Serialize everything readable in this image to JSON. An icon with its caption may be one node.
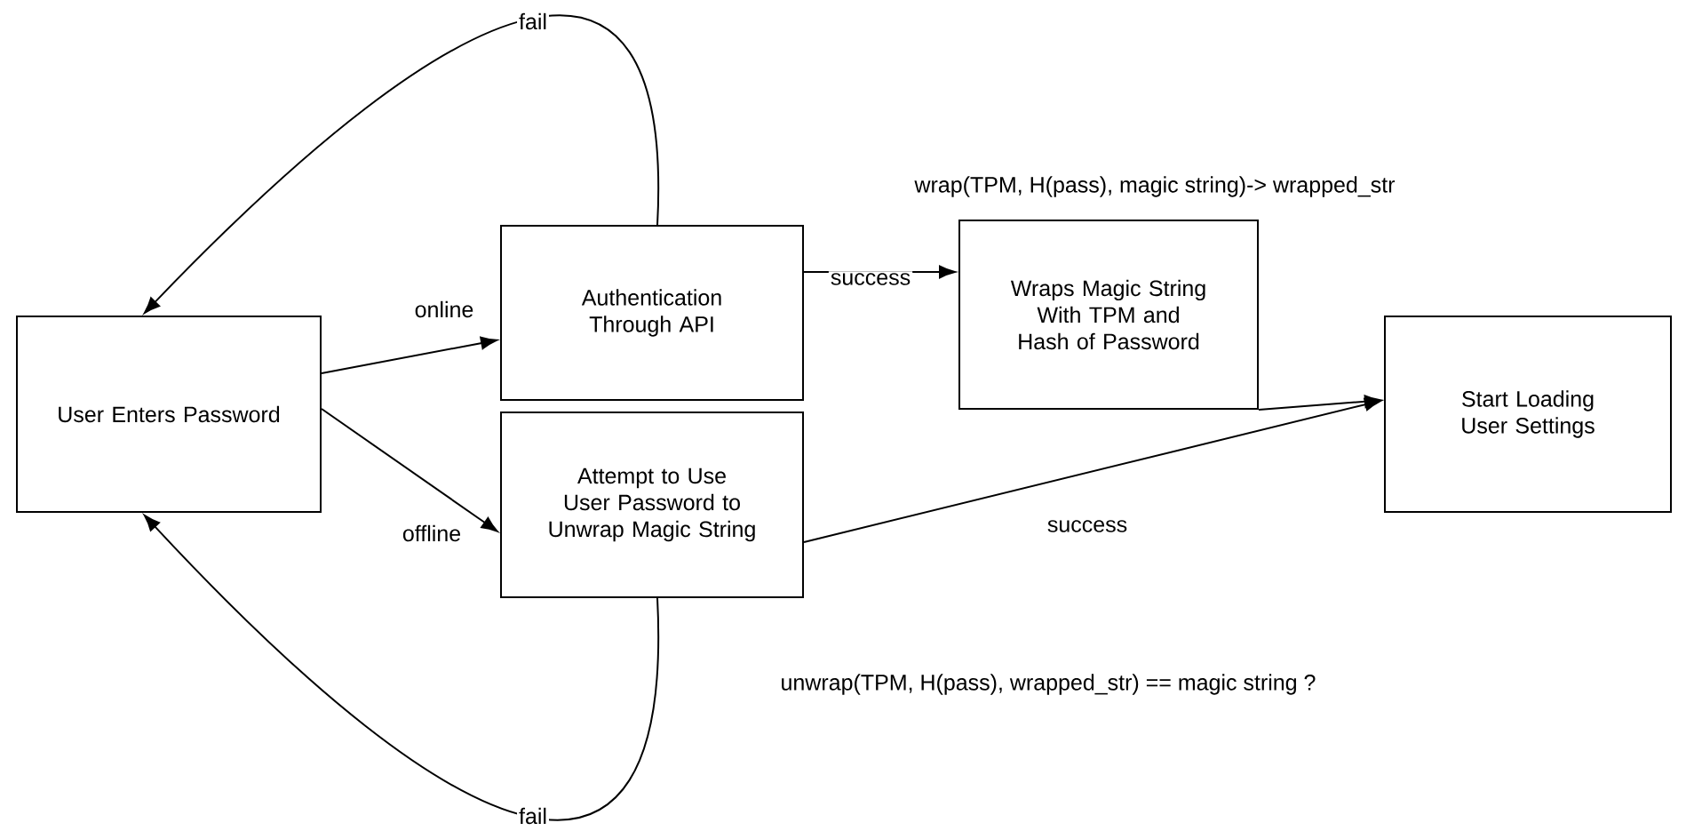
{
  "diagram": {
    "nodes": [
      {
        "text": [
          "User Enters Password"
        ]
      },
      {
        "text": [
          "Authentication Through API"
        ]
      },
      {
        "text": [
          "Wraps Magic String With TPM and Hash of Password"
        ]
      },
      {
        "text": [
          "Start Loading User Settings"
        ]
      },
      {
        "text": [
          "Attempt to Use User Password to Unwrap Magic String"
        ]
      }
    ],
    "edges": [
      {
        "from": 0,
        "to": 1,
        "arrow": "to",
        "label": "online"
      },
      {
        "from": 1,
        "to": 0,
        "arrow": "to",
        "label": "fail"
      },
      {
        "from": 1,
        "to": 2,
        "arrow": "to",
        "label": "success"
      },
      {
        "from": 2,
        "to": 3,
        "arrow": "to"
      },
      {
        "from": 0,
        "to": 4,
        "arrow": "to",
        "label": "offline"
      },
      {
        "from": 4,
        "to": 3,
        "arrow": "to",
        "label": "success"
      },
      {
        "from": 4,
        "to": 0,
        "arrow": "to",
        "label": "fail"
      }
    ],
    "labels": [
      "wrap(TPM, H(pass), magic string)-> wrapped_str",
      "unwrap(TPM, H(pass), wrapped_str) == magic string ?"
    ]
  }
}
